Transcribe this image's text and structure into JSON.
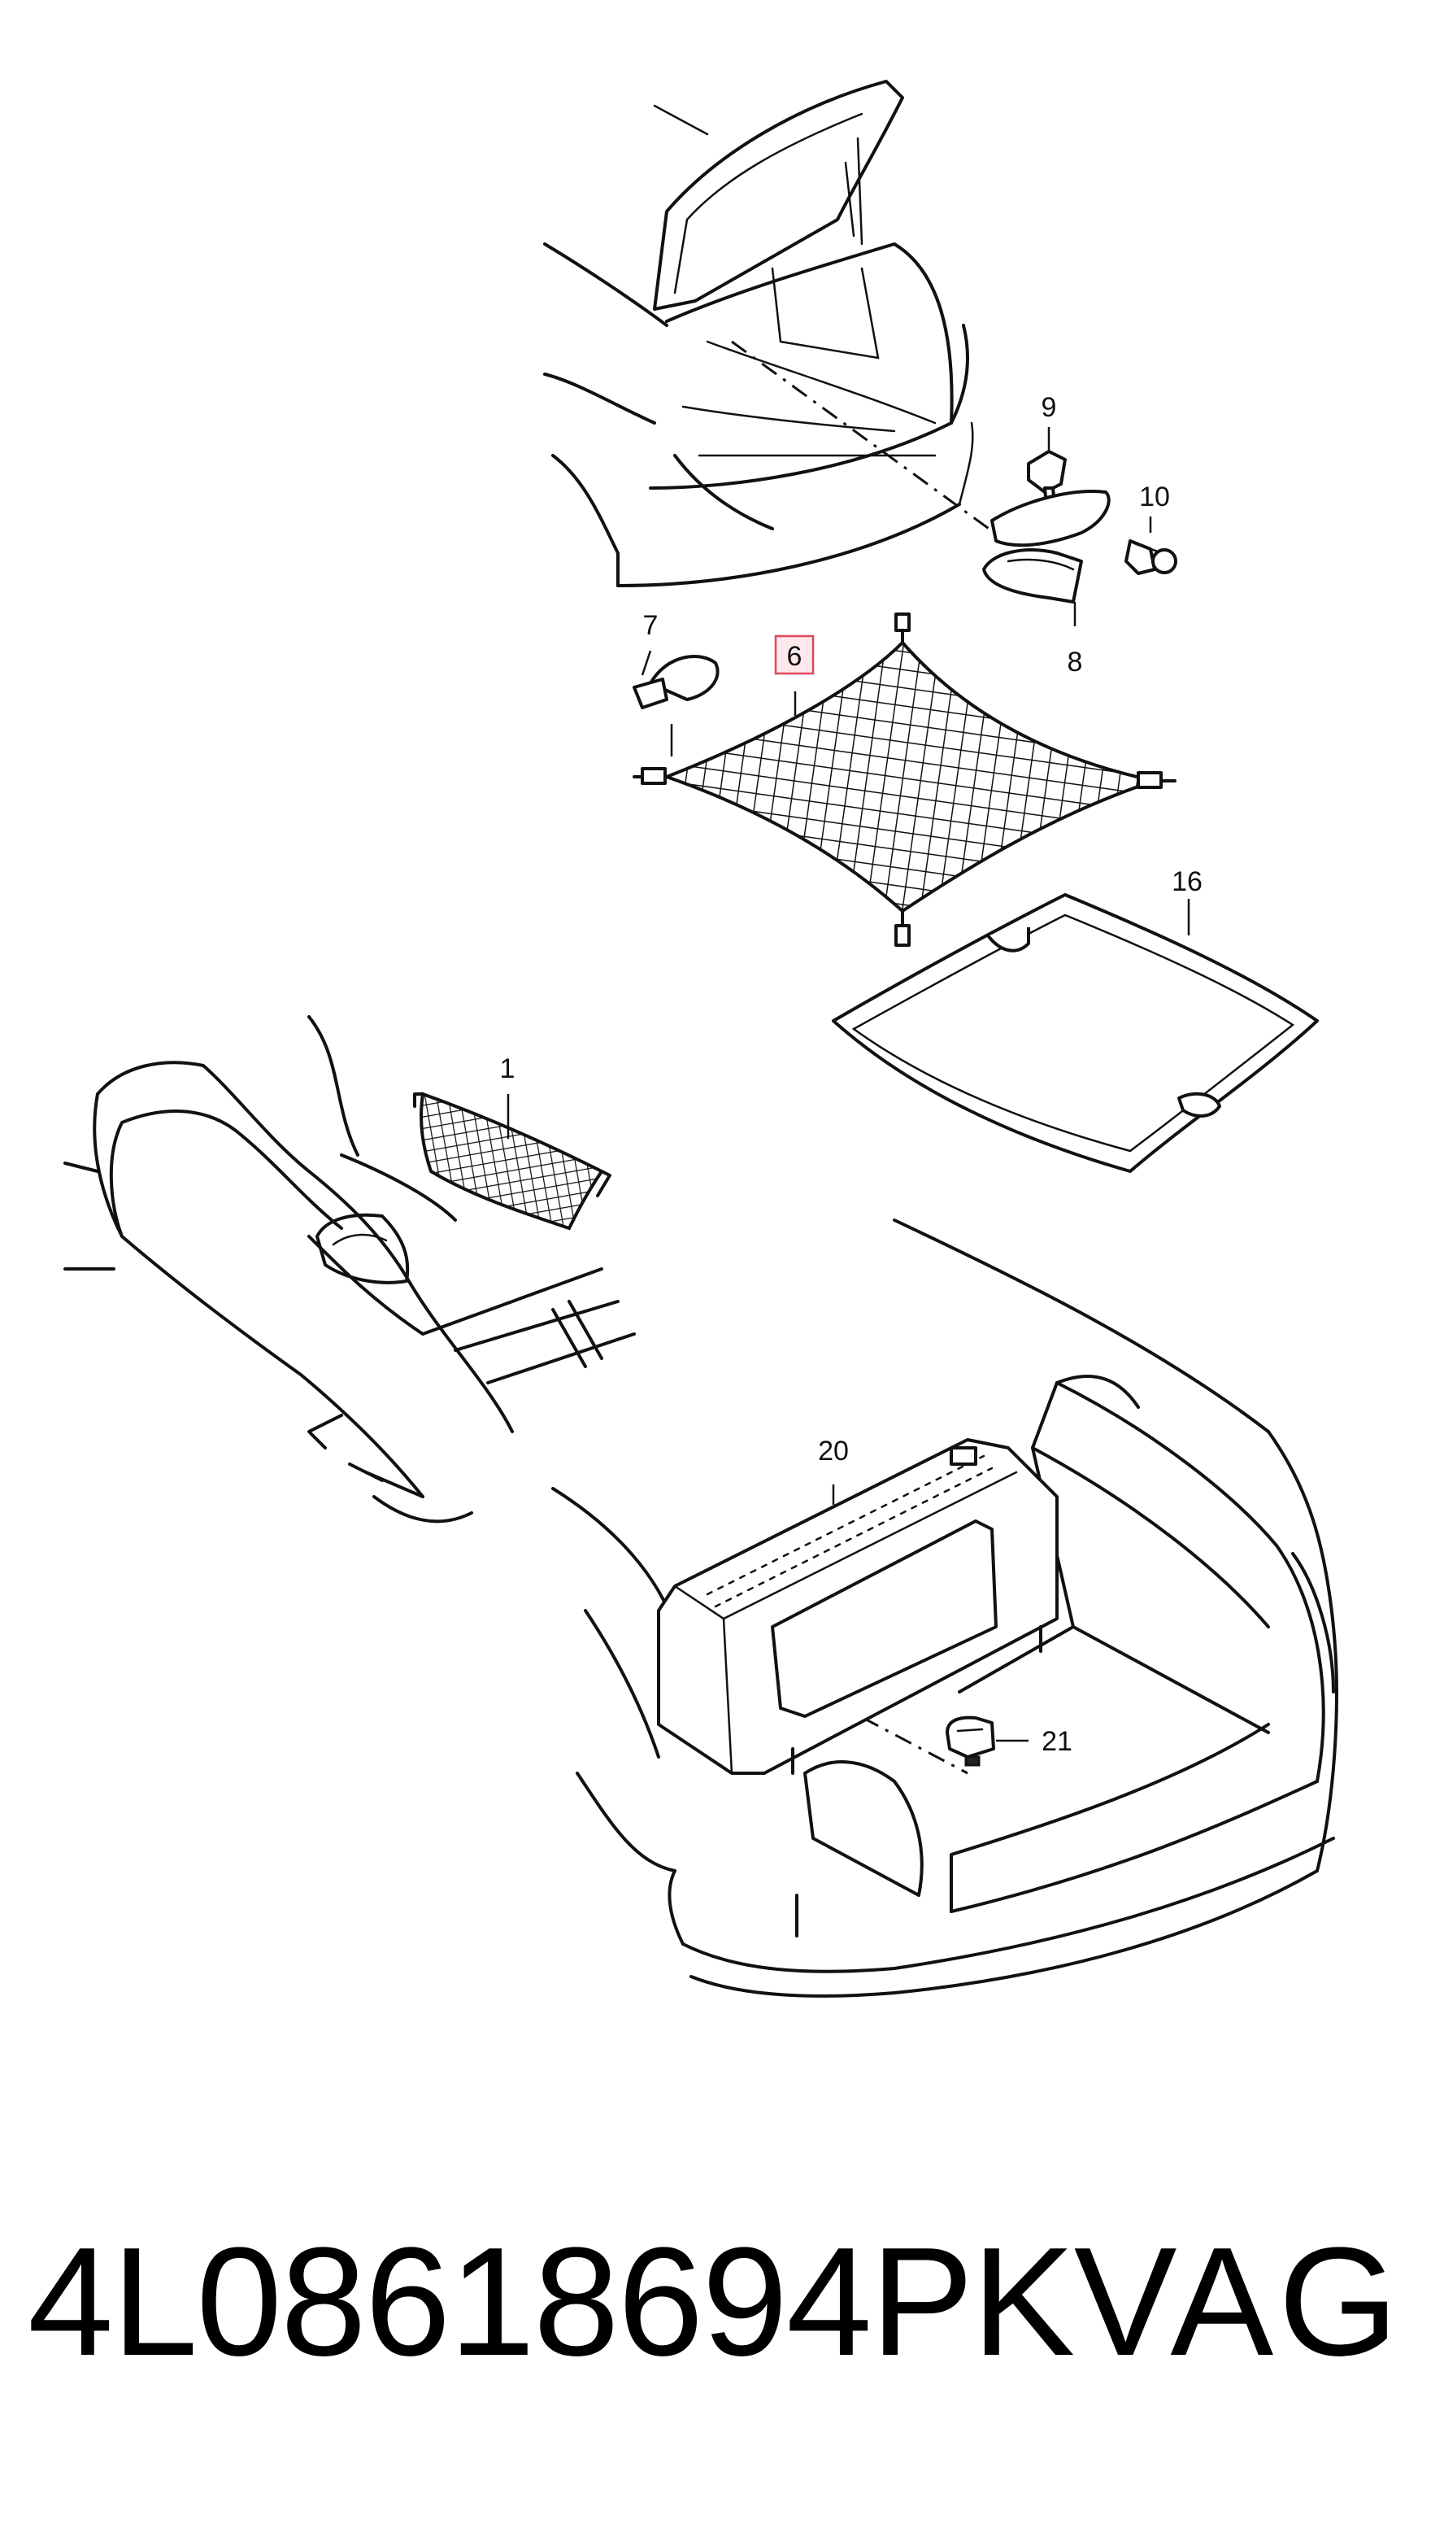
{
  "diagram": {
    "callouts": [
      {
        "id": "c1",
        "text": "1"
      },
      {
        "id": "c6",
        "text": "6",
        "highlighted": true
      },
      {
        "id": "c7",
        "text": "7"
      },
      {
        "id": "c8",
        "text": "8"
      },
      {
        "id": "c9",
        "text": "9"
      },
      {
        "id": "c10",
        "text": "10"
      },
      {
        "id": "c16",
        "text": "16"
      },
      {
        "id": "c20",
        "text": "20"
      },
      {
        "id": "c21",
        "text": "21"
      }
    ],
    "highlight_color": "#e0475d"
  },
  "footer": {
    "part_number": "4L08618694PK",
    "brand": "VAG"
  }
}
